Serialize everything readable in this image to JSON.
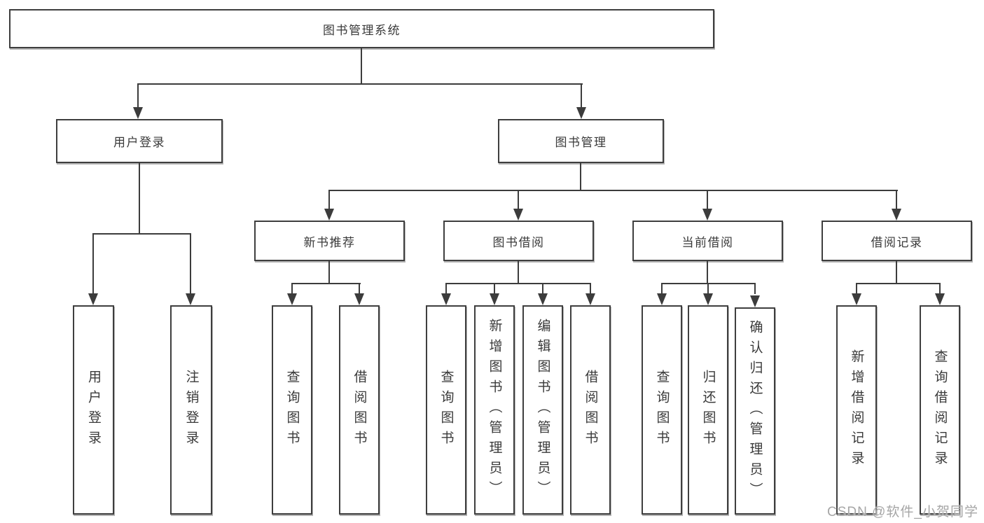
{
  "tree": {
    "root": {
      "label": "图书管理系统"
    },
    "branches": [
      {
        "label": "用户登录",
        "children": [
          {
            "label": "用户登录"
          },
          {
            "label": "注销登录"
          }
        ]
      },
      {
        "label": "图书管理",
        "children": [
          {
            "label": "新书推荐",
            "children": [
              {
                "label": "查询图书"
              },
              {
                "label": "借阅图书"
              }
            ]
          },
          {
            "label": "图书借阅",
            "children": [
              {
                "label": "查询图书"
              },
              {
                "label": "新增图书（管理员）"
              },
              {
                "label": "编辑图书（管理员）"
              },
              {
                "label": "借阅图书"
              }
            ]
          },
          {
            "label": "当前借阅",
            "children": [
              {
                "label": "查询图书"
              },
              {
                "label": "归还图书"
              },
              {
                "label": "确认归还（管理员）"
              }
            ]
          },
          {
            "label": "借阅记录",
            "children": [
              {
                "label": "新增借阅记录"
              },
              {
                "label": "查询借阅记录"
              }
            ]
          }
        ]
      }
    ]
  },
  "watermark": {
    "text": "CSDN @软件_小贺同学"
  },
  "colors": {
    "line": "#3c3c3c",
    "box_border": "#3e3e3e",
    "text": "#3a3a3a",
    "watermark": "#a6a6a6",
    "background": "#ffffff"
  }
}
